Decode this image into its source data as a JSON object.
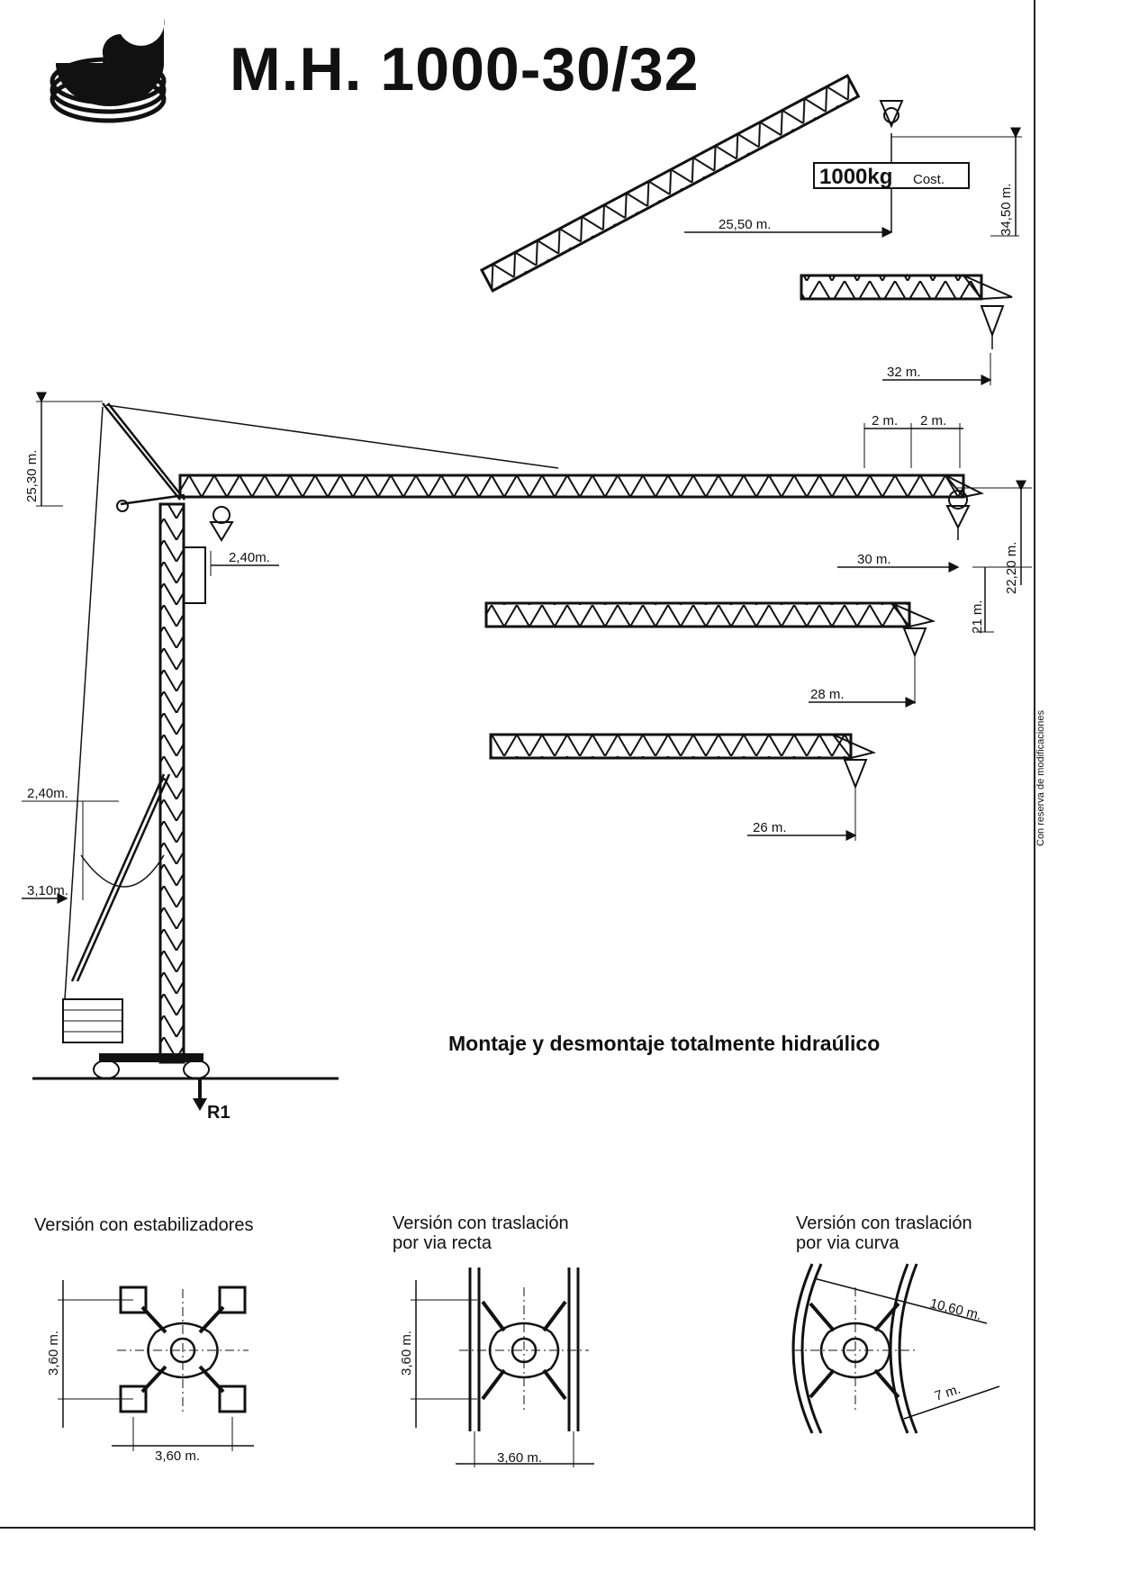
{
  "title": "M.H. 1000-30/32",
  "subtitle": "Montaje y desmontaje totalmente hidraúlico",
  "side_note": "Con reserva de modificaciones",
  "load_box": {
    "value": "1000kg",
    "suffix": "Cost."
  },
  "dimensions": {
    "d_25_50": "25,50 m.",
    "d_34_50": "34,50 m.",
    "d_32": "32 m.",
    "d_2a": "2 m.",
    "d_2b": "2 m.",
    "d_30": "30 m.",
    "d_22_20": "22,20 m.",
    "d_21": "21 m.",
    "d_28": "28 m.",
    "d_26": "26 m.",
    "d_25_30": "25,30 m.",
    "d_2_40_top": "2,40m.",
    "d_2_40_mid": "2,40m.",
    "d_3_10": "3,10m.",
    "r1": "R1"
  },
  "versions": [
    {
      "line1": "Versión con estabilizadores",
      "line2": "",
      "dim_h": "3,60 m.",
      "dim_w": "3,60 m."
    },
    {
      "line1": "Versión con traslación",
      "line2": "por via recta",
      "dim_h": "3,60 m.",
      "dim_w": "3,60 m."
    },
    {
      "line1": "Versión con traslación",
      "line2": "por via curva",
      "dim_a": "10,60 m.",
      "dim_b": "7 m."
    }
  ]
}
